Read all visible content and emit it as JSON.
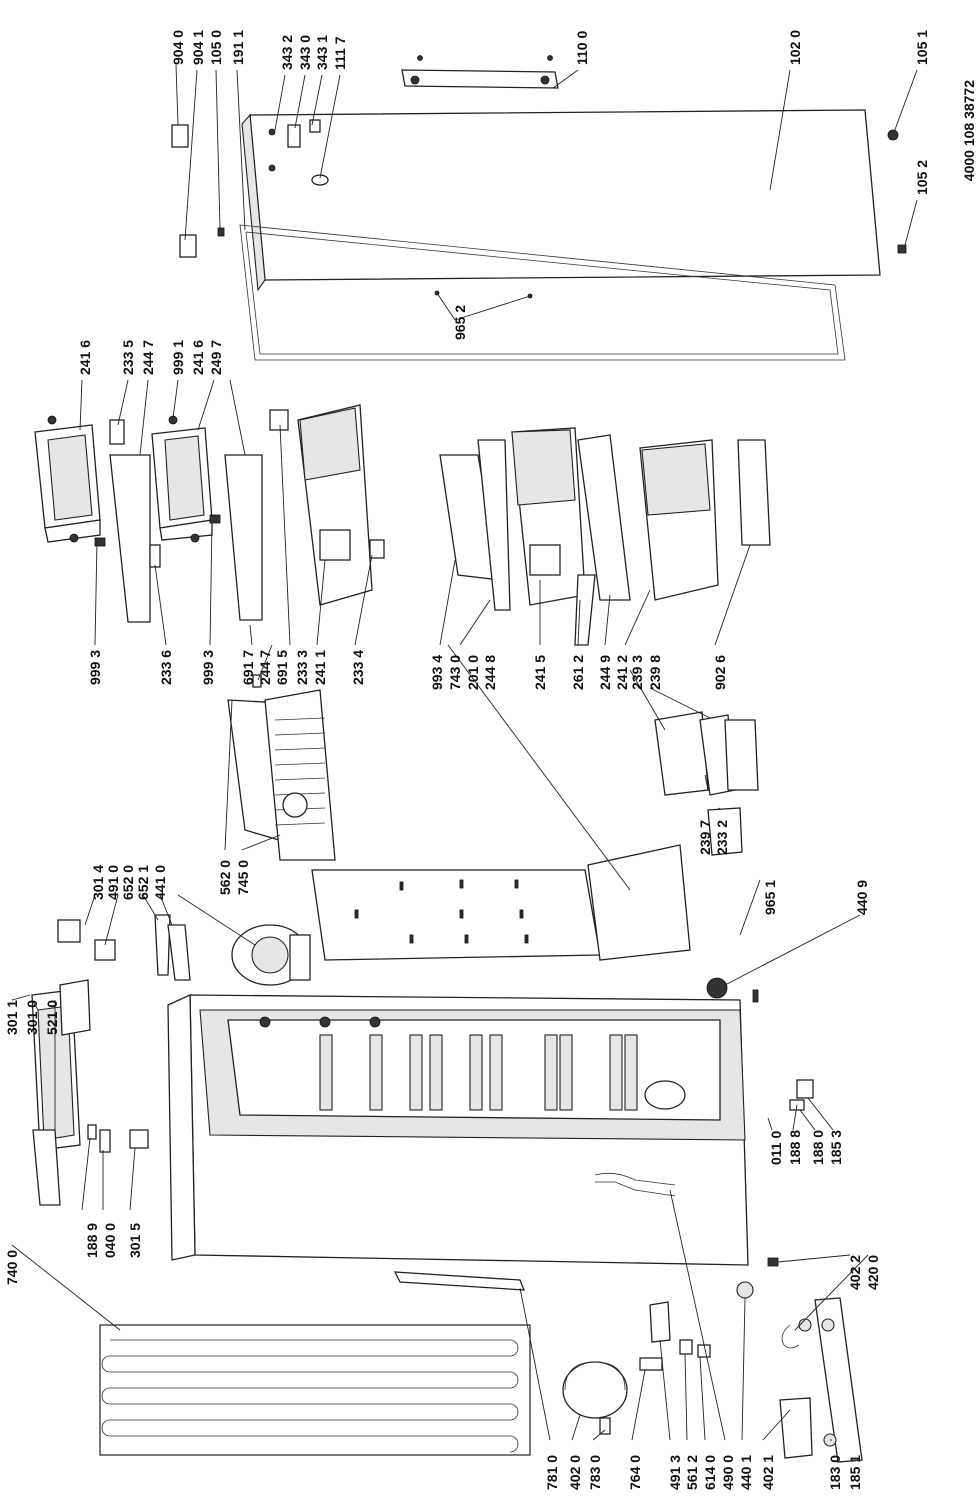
{
  "drawing_number": "4000 108 38772",
  "part_labels": [
    "904 0",
    "904 1",
    "105 0",
    "191 1",
    "343 2",
    "343 0",
    "343 1",
    "111 7",
    "110 0",
    "102 0",
    "105 1",
    "105 2",
    "965 2",
    "241 6",
    "233 5",
    "244 7",
    "999 1",
    "241 6",
    "249 7",
    "999 3",
    "233 6",
    "999 3",
    "691 7",
    "244 7",
    "691 5",
    "233 3",
    "241 1",
    "233 4",
    "993 4",
    "743 0",
    "201 0",
    "244 8",
    "241 5",
    "261 2",
    "244 9",
    "241 2",
    "239 3",
    "239 8",
    "902 6",
    "562 0",
    "745 0",
    "239 7",
    "233 2",
    "301 4",
    "491 0",
    "652 0",
    "652 1",
    "441 0",
    "965 1",
    "440 9",
    "301 1",
    "301 0",
    "521 0",
    "188 9",
    "040 0",
    "301 5",
    "011 0",
    "188 8",
    "188 0",
    "185 3",
    "740 0",
    "781 0",
    "402 0",
    "783 0",
    "764 0",
    "491 3",
    "561 2",
    "614 0",
    "490 0",
    "440 1",
    "402 1",
    "183 0",
    "185 1",
    "402 2",
    "420 0"
  ]
}
